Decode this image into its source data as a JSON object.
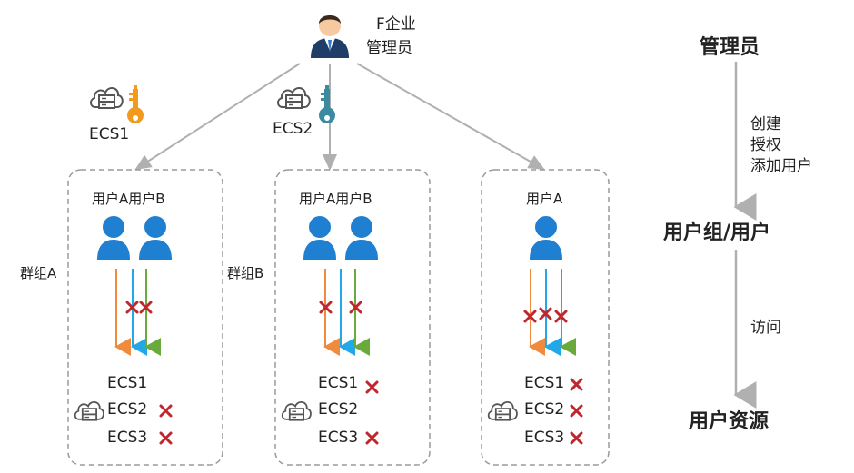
{
  "admin": {
    "line1": "F企业",
    "line2": "管理员"
  },
  "keys": [
    {
      "label": "ECS1",
      "color": "#f29a1e"
    },
    {
      "label": "ECS2",
      "color": "#3a8aa0"
    }
  ],
  "groups": [
    {
      "label": "群组A",
      "users": "用户A用户B",
      "user_count": 2,
      "resources": [
        {
          "name": "ECS1",
          "denied": false
        },
        {
          "name": "ECS2",
          "denied": true
        },
        {
          "name": "ECS3",
          "denied": true
        }
      ]
    },
    {
      "label": "群组B",
      "users": "用户A用户B",
      "user_count": 2,
      "resources": [
        {
          "name": "ECS1",
          "denied": true
        },
        {
          "name": "ECS2",
          "denied": false
        },
        {
          "name": "ECS3",
          "denied": true
        }
      ]
    },
    {
      "label": "",
      "users": "用户A",
      "user_count": 1,
      "resources": [
        {
          "name": "ECS1",
          "denied": true
        },
        {
          "name": "ECS2",
          "denied": true
        },
        {
          "name": "ECS3",
          "denied": true
        }
      ]
    }
  ],
  "flow": {
    "top": "管理员",
    "step1": [
      "创建",
      "授权",
      "添加用户"
    ],
    "middle": "用户组/用户",
    "step2": "访问",
    "bottom": "用户资源"
  },
  "colors": {
    "orange": "#f08a3c",
    "blue": "#22a8e6",
    "green": "#6aaa3a",
    "x": "#c0272d",
    "user": "#1f7fd1",
    "line": "#b0b0b0"
  }
}
